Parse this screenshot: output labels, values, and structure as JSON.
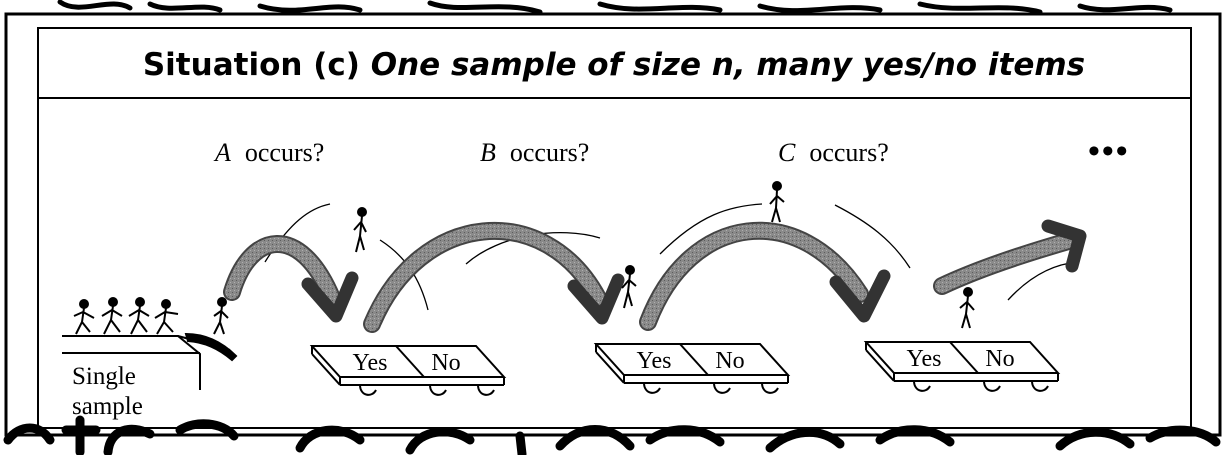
{
  "title": {
    "prefix": "Situation (c) ",
    "emphasis": "One sample of size n, many yes/no items"
  },
  "questions": [
    {
      "variable": "A",
      "text": "occurs?"
    },
    {
      "variable": "B",
      "text": "occurs?"
    },
    {
      "variable": "C",
      "text": "occurs?"
    }
  ],
  "continuation": "•••",
  "start": {
    "line1": "Single",
    "line2": "sample"
  },
  "trampolines": [
    {
      "yes": "Yes",
      "no": "No"
    },
    {
      "yes": "Yes",
      "no": "No"
    },
    {
      "yes": "Yes",
      "no": "No"
    }
  ],
  "colors": {
    "ink": "#000000",
    "arrow": "#7a7a7a",
    "background": "#ffffff"
  }
}
